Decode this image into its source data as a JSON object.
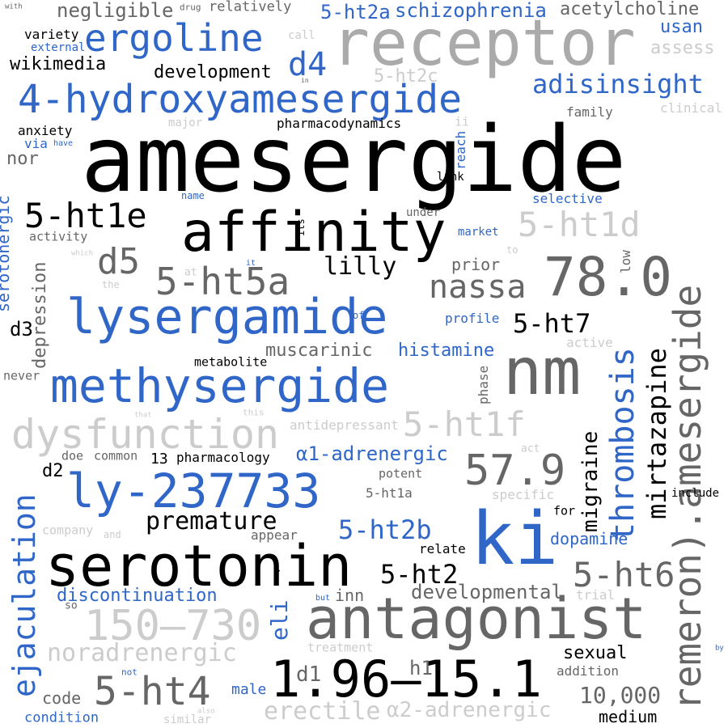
{
  "palette": {
    "black": "#000000",
    "dark_gray": "#666666",
    "mid_gray": "#aaaaaa",
    "light_gray": "#cccccc",
    "blue": "#2f66c8"
  },
  "words": [
    {
      "text": "amesergide",
      "color": "black"
    },
    {
      "text": "receptor",
      "color": "mid_gray"
    },
    {
      "text": "affinity",
      "color": "black"
    },
    {
      "text": "nm",
      "color": "dark_gray"
    },
    {
      "text": "antagonist",
      "color": "dark_gray"
    },
    {
      "text": "serotonin",
      "color": "black"
    },
    {
      "text": "ki",
      "color": "blue"
    },
    {
      "text": "methysergide",
      "color": "blue"
    },
    {
      "text": "lysergamide",
      "color": "blue"
    },
    {
      "text": "ly-237733",
      "color": "blue"
    },
    {
      "text": "4-hydroxyamesergide",
      "color": "blue"
    },
    {
      "text": "1.96–15.1",
      "color": "black"
    },
    {
      "text": "78.0",
      "color": "dark_gray"
    },
    {
      "text": "ergoline",
      "color": "blue"
    },
    {
      "text": "dysfunction",
      "color": "light_gray"
    },
    {
      "text": "150–730",
      "color": "light_gray"
    },
    {
      "text": "remeron).amesergide",
      "color": "dark_gray"
    },
    {
      "text": "57.9",
      "color": "dark_gray"
    },
    {
      "text": "5-ht1e",
      "color": "black"
    },
    {
      "text": "5-ht1d",
      "color": "light_gray"
    },
    {
      "text": "5-ht5a",
      "color": "dark_gray"
    },
    {
      "text": "5-ht4",
      "color": "dark_gray"
    },
    {
      "text": "5-ht1f",
      "color": "light_gray"
    },
    {
      "text": "5-ht6",
      "color": "dark_gray"
    },
    {
      "text": "nassa",
      "color": "dark_gray"
    },
    {
      "text": "d5",
      "color": "dark_gray"
    },
    {
      "text": "d4",
      "color": "blue"
    },
    {
      "text": "thrombosis",
      "color": "blue"
    },
    {
      "text": "ejaculation",
      "color": "blue"
    },
    {
      "text": "mirtazapine",
      "color": "black"
    },
    {
      "text": "adisinsight",
      "color": "blue"
    },
    {
      "text": "premature",
      "color": "black"
    },
    {
      "text": "5-ht2b",
      "color": "blue"
    },
    {
      "text": "5-ht2",
      "color": "black"
    },
    {
      "text": "5-ht7",
      "color": "black"
    },
    {
      "text": "lilly",
      "color": "black"
    },
    {
      "text": "noradrenergic",
      "color": "light_gray"
    },
    {
      "text": "erectile",
      "color": "light_gray"
    },
    {
      "text": "α2-adrenergic",
      "color": "light_gray"
    },
    {
      "text": "α1-adrenergic",
      "color": "blue"
    },
    {
      "text": "developmental",
      "color": "dark_gray"
    },
    {
      "text": "migraine",
      "color": "black"
    },
    {
      "text": "eli",
      "color": "blue"
    },
    {
      "text": "schizophrenia",
      "color": "blue"
    },
    {
      "text": "5-ht2a",
      "color": "blue"
    },
    {
      "text": "negligible",
      "color": "dark_gray"
    },
    {
      "text": "acetylcholine",
      "color": "dark_gray"
    },
    {
      "text": "development",
      "color": "black"
    },
    {
      "text": "wikimedia",
      "color": "black"
    },
    {
      "text": "5-ht2c",
      "color": "light_gray"
    },
    {
      "text": "histamine",
      "color": "blue"
    },
    {
      "text": "muscarinic",
      "color": "dark_gray"
    },
    {
      "text": "discontinuation",
      "color": "blue"
    },
    {
      "text": "depression",
      "color": "dark_gray"
    },
    {
      "text": "serotonergic",
      "color": "blue"
    },
    {
      "text": "dopamine",
      "color": "blue"
    },
    {
      "text": "10,000",
      "color": "dark_gray"
    },
    {
      "text": "sexual",
      "color": "black"
    },
    {
      "text": "medium",
      "color": "black"
    },
    {
      "text": "d1",
      "color": "dark_gray"
    },
    {
      "text": "h1",
      "color": "dark_gray"
    },
    {
      "text": "d3",
      "color": "black"
    },
    {
      "text": "d2",
      "color": "black"
    },
    {
      "text": "male",
      "color": "blue"
    },
    {
      "text": "code",
      "color": "dark_gray"
    },
    {
      "text": "inn",
      "color": "dark_gray"
    },
    {
      "text": "condition",
      "color": "blue"
    },
    {
      "text": "usan",
      "color": "blue"
    },
    {
      "text": "assess",
      "color": "light_gray"
    },
    {
      "text": "relatively",
      "color": "dark_gray"
    },
    {
      "text": "variety",
      "color": "black"
    },
    {
      "text": "external",
      "color": "blue"
    },
    {
      "text": "anxiety",
      "color": "black"
    },
    {
      "text": "via",
      "color": "blue"
    },
    {
      "text": "nor",
      "color": "dark_gray"
    },
    {
      "text": "pharmacodynamics",
      "color": "black"
    },
    {
      "text": "family",
      "color": "dark_gray"
    },
    {
      "text": "clinical",
      "color": "light_gray"
    },
    {
      "text": "selective",
      "color": "blue"
    },
    {
      "text": "market",
      "color": "blue"
    },
    {
      "text": "prior",
      "color": "dark_gray"
    },
    {
      "text": "low",
      "color": "dark_gray"
    },
    {
      "text": "profile",
      "color": "blue"
    },
    {
      "text": "active",
      "color": "light_gray"
    },
    {
      "text": "phase",
      "color": "dark_gray"
    },
    {
      "text": "metabolite",
      "color": "black"
    },
    {
      "text": "antidepressant",
      "color": "light_gray"
    },
    {
      "text": "pharmacology",
      "color": "black"
    },
    {
      "text": "13",
      "color": "black"
    },
    {
      "text": "common",
      "color": "dark_gray"
    },
    {
      "text": "doe",
      "color": "dark_gray"
    },
    {
      "text": "potent",
      "color": "dark_gray"
    },
    {
      "text": "5-ht1a",
      "color": "dark_gray"
    },
    {
      "text": "specific",
      "color": "light_gray"
    },
    {
      "text": "include",
      "color": "black"
    },
    {
      "text": "for",
      "color": "black"
    },
    {
      "text": "appear",
      "color": "dark_gray"
    },
    {
      "text": "company",
      "color": "light_gray"
    },
    {
      "text": "relate",
      "color": "black"
    },
    {
      "text": "trial",
      "color": "light_gray"
    },
    {
      "text": "treatment",
      "color": "light_gray"
    },
    {
      "text": "addition",
      "color": "dark_gray"
    },
    {
      "text": "similar",
      "color": "light_gray"
    },
    {
      "text": "never",
      "color": "dark_gray"
    },
    {
      "text": "activity",
      "color": "dark_gray"
    },
    {
      "text": "under",
      "color": "dark_gray"
    },
    {
      "text": "link",
      "color": "black"
    },
    {
      "text": "reach",
      "color": "blue"
    },
    {
      "text": "ii",
      "color": "light_gray"
    },
    {
      "text": "major",
      "color": "light_gray"
    },
    {
      "text": "call",
      "color": "light_gray"
    },
    {
      "text": "drug",
      "color": "dark_gray"
    },
    {
      "text": "with",
      "color": "dark_gray"
    },
    {
      "text": "have",
      "color": "blue"
    },
    {
      "text": "name",
      "color": "blue"
    },
    {
      "text": "its",
      "color": "black"
    },
    {
      "text": "at",
      "color": "light_gray"
    },
    {
      "text": "it",
      "color": "blue"
    },
    {
      "text": "the",
      "color": "light_gray"
    },
    {
      "text": "which",
      "color": "light_gray"
    },
    {
      "text": "to",
      "color": "light_gray"
    },
    {
      "text": "of",
      "color": "blue"
    },
    {
      "text": "act",
      "color": "light_gray"
    },
    {
      "text": "that",
      "color": "light_gray"
    },
    {
      "text": "this",
      "color": "light_gray"
    },
    {
      "text": ">",
      "color": "black"
    },
    {
      "text": "so",
      "color": "dark_gray"
    },
    {
      "text": "and",
      "color": "light_gray"
    },
    {
      "text": "but",
      "color": "blue"
    },
    {
      "text": "not",
      "color": "blue"
    },
    {
      "text": "also",
      "color": "light_gray"
    },
    {
      "text": "by",
      "color": "blue"
    },
    {
      "text": "in",
      "color": "dark_gray"
    }
  ]
}
